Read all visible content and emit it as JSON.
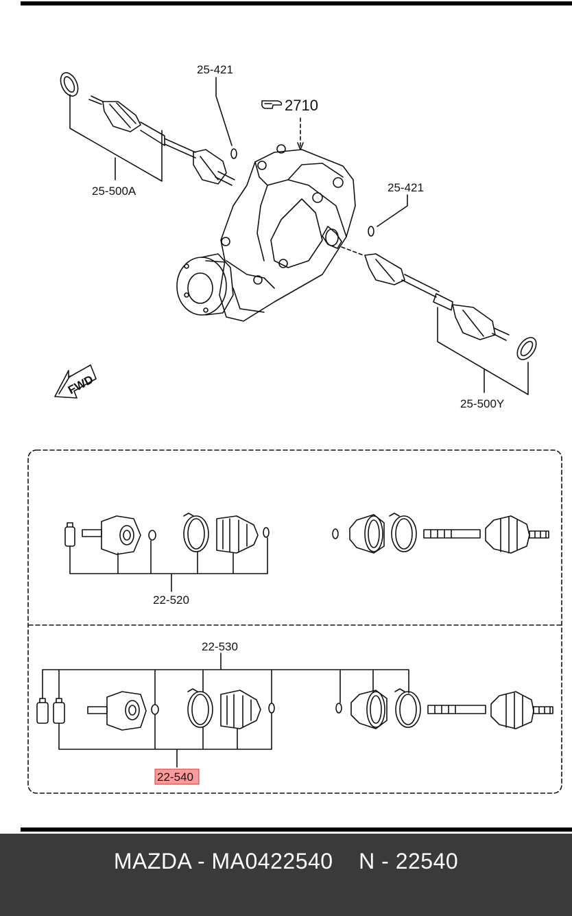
{
  "labels": {
    "r_25_421_top": "25-421",
    "r_2710": "2710",
    "r_25_500a": "25-500A",
    "r_25_421_right": "25-421",
    "r_fwd": "FWD",
    "r_25_500y": "25-500Y",
    "r_22_520": "22-520",
    "r_22_530": "22-530",
    "r_22_540": "22-540"
  },
  "highlight_color": "#ff9a9a",
  "footer": {
    "text": "MAZDA - MA0422540    N - 22540"
  }
}
